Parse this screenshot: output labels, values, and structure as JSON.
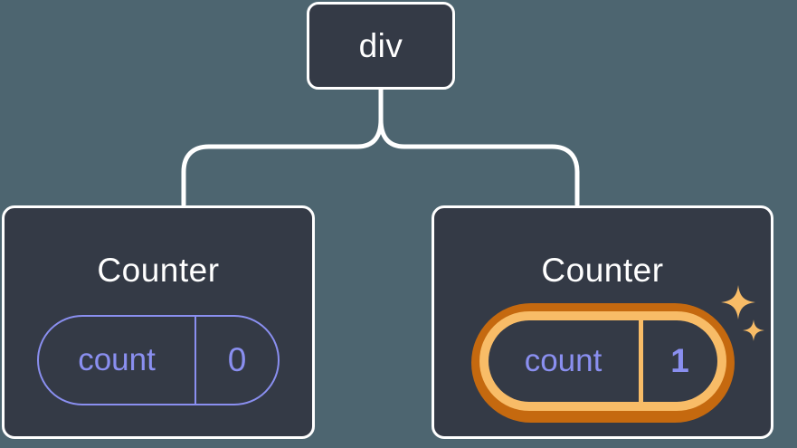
{
  "colors": {
    "background": "#4D6570",
    "card_fill": "#343A46",
    "card_border": "#FFFFFF",
    "connector": "#FFFFFF",
    "state_purple": "#8A8FF0",
    "highlight_gold": "#F8BC67",
    "highlight_orange": "#C5690F"
  },
  "tree": {
    "root": {
      "label": "div"
    },
    "children": [
      {
        "title": "Counter",
        "state_key": "count",
        "state_value": "0",
        "highlighted": false
      },
      {
        "title": "Counter",
        "state_key": "count",
        "state_value": "1",
        "highlighted": true
      }
    ]
  },
  "icons": {
    "sparkles": "sparkles-icon"
  }
}
